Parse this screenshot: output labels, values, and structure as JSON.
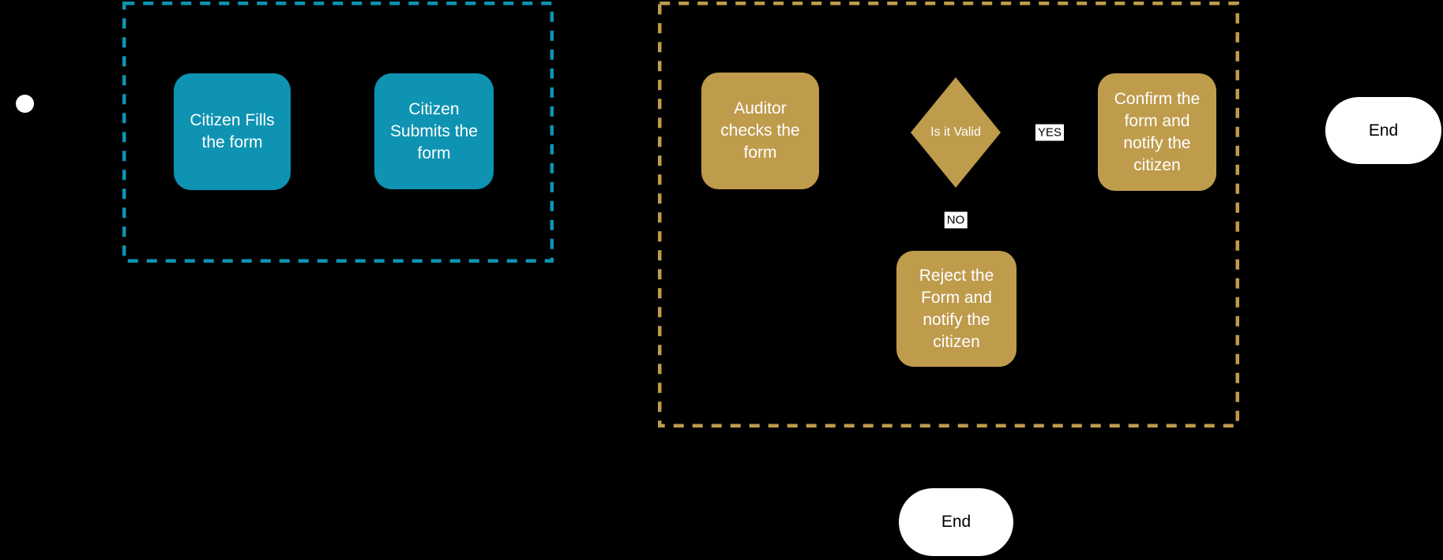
{
  "colors": {
    "background": "#000000",
    "citizen_lane": "#0e93b2",
    "auditor_lane": "#bf9b4c",
    "node_text": "#ffffff",
    "start_fill": "#ffffff",
    "end_fill": "#ffffff",
    "end_text": "#000000",
    "edge_label_bg": "#ffffff",
    "edge_label_text": "#000000"
  },
  "diagram": {
    "type": "flowchart",
    "lanes": [
      {
        "id": "citizen",
        "border_style": "dashed",
        "color": "#0e93b2"
      },
      {
        "id": "auditor",
        "border_style": "dashed",
        "color": "#bf9b4c"
      }
    ],
    "nodes": {
      "start": {
        "shape": "circle",
        "label": ""
      },
      "citizen_fills": {
        "shape": "rounded-rect",
        "label": "Citizen Fills the form"
      },
      "citizen_submits": {
        "shape": "rounded-rect",
        "label": "Citizen Submits the form"
      },
      "auditor_checks": {
        "shape": "rounded-rect",
        "label": "Auditor checks the form"
      },
      "is_it_valid": {
        "shape": "diamond",
        "label": "Is it Valid"
      },
      "confirm": {
        "shape": "rounded-rect",
        "label": "Confirm the form and notify the citizen"
      },
      "reject": {
        "shape": "rounded-rect",
        "label": "Reject the Form and notify the citizen"
      },
      "end_right": {
        "shape": "pill",
        "label": "End"
      },
      "end_bottom": {
        "shape": "pill",
        "label": "End"
      }
    },
    "edge_labels": {
      "yes": "YES",
      "no": "NO"
    }
  }
}
